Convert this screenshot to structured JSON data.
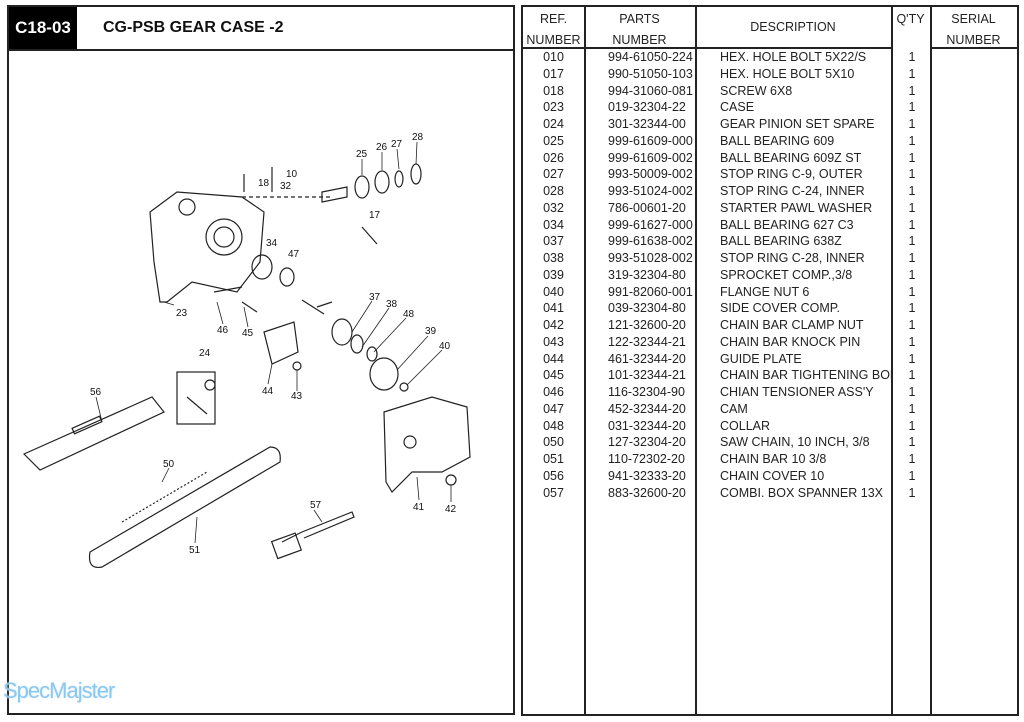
{
  "header": {
    "code": "C18-03",
    "title": "CG-PSB  GEAR CASE -2"
  },
  "watermark": "SpecMajster",
  "diagram": {
    "callouts": [
      "28",
      "27",
      "26",
      "25",
      "10",
      "18",
      "32",
      "17",
      "34",
      "47",
      "23",
      "46",
      "45",
      "37",
      "38",
      "48",
      "39",
      "40",
      "24",
      "44",
      "43",
      "56",
      "50",
      "51",
      "57",
      "41",
      "42"
    ]
  },
  "table": {
    "headers": {
      "ref": [
        "REF.",
        "NUMBER"
      ],
      "parts": [
        "PARTS",
        "NUMBER"
      ],
      "description": "DESCRIPTION",
      "qty": "Q'TY",
      "serial": [
        "SERIAL",
        "NUMBER"
      ]
    },
    "rows": [
      {
        "ref": "010",
        "part": "994-61050-224",
        "desc": "HEX. HOLE BOLT 5X22/S",
        "qty": "1"
      },
      {
        "ref": "017",
        "part": "990-51050-103",
        "desc": "HEX. HOLE BOLT 5X10",
        "qty": "1"
      },
      {
        "ref": "018",
        "part": "994-31060-081",
        "desc": "SCREW 6X8",
        "qty": "1"
      },
      {
        "ref": "023",
        "part": "019-32304-22",
        "desc": "CASE",
        "qty": "1"
      },
      {
        "ref": "024",
        "part": "301-32344-00",
        "desc": "GEAR PINION SET SPARE",
        "qty": "1"
      },
      {
        "ref": "025",
        "part": "999-61609-000",
        "desc": "BALL BEARING 609",
        "qty": "1"
      },
      {
        "ref": "026",
        "part": "999-61609-002",
        "desc": "BALL BEARING 609Z ST",
        "qty": "1"
      },
      {
        "ref": "027",
        "part": "993-50009-002",
        "desc": "STOP RING C-9, OUTER",
        "qty": "1"
      },
      {
        "ref": "028",
        "part": "993-51024-002",
        "desc": "STOP RING C-24, INNER",
        "qty": "1"
      },
      {
        "ref": "032",
        "part": "786-00601-20",
        "desc": "STARTER PAWL WASHER",
        "qty": "1"
      },
      {
        "ref": "034",
        "part": "999-61627-000",
        "desc": "BALL BEARING 627 C3",
        "qty": "1"
      },
      {
        "ref": "037",
        "part": "999-61638-002",
        "desc": "BALL BEARING 638Z",
        "qty": "1"
      },
      {
        "ref": "038",
        "part": "993-51028-002",
        "desc": "STOP RING C-28, INNER",
        "qty": "1"
      },
      {
        "ref": "039",
        "part": "319-32304-80",
        "desc": "SPROCKET COMP.,3/8",
        "qty": "1"
      },
      {
        "ref": "040",
        "part": "991-82060-001",
        "desc": "FLANGE NUT 6",
        "qty": "1"
      },
      {
        "ref": "041",
        "part": "039-32304-80",
        "desc": "SIDE COVER COMP.",
        "qty": "1"
      },
      {
        "ref": "042",
        "part": "121-32600-20",
        "desc": "CHAIN BAR CLAMP NUT",
        "qty": "1"
      },
      {
        "ref": "043",
        "part": "122-32344-21",
        "desc": "CHAIN BAR KNOCK PIN",
        "qty": "1"
      },
      {
        "ref": "044",
        "part": "461-32344-20",
        "desc": "GUIDE PLATE",
        "qty": "1"
      },
      {
        "ref": "045",
        "part": "101-32344-21",
        "desc": "CHAIN BAR TIGHTENING BOLT",
        "qty": "1"
      },
      {
        "ref": "046",
        "part": "116-32304-90",
        "desc": "CHIAN TENSIONER ASS'Y",
        "qty": "1"
      },
      {
        "ref": "047",
        "part": "452-32344-20",
        "desc": "CAM",
        "qty": "1"
      },
      {
        "ref": "048",
        "part": "031-32344-20",
        "desc": "COLLAR",
        "qty": "1"
      },
      {
        "ref": "050",
        "part": "127-32304-20",
        "desc": "SAW CHAIN, 10 INCH, 3/8",
        "qty": "1"
      },
      {
        "ref": "051",
        "part": "110-72302-20",
        "desc": "CHAIN BAR 10  3/8",
        "qty": "1"
      },
      {
        "ref": "056",
        "part": "941-32333-20",
        "desc": "CHAIN COVER 10",
        "qty": "1"
      },
      {
        "ref": "057",
        "part": "883-32600-20",
        "desc": "COMBI. BOX SPANNER 13X",
        "qty": "1"
      }
    ]
  }
}
